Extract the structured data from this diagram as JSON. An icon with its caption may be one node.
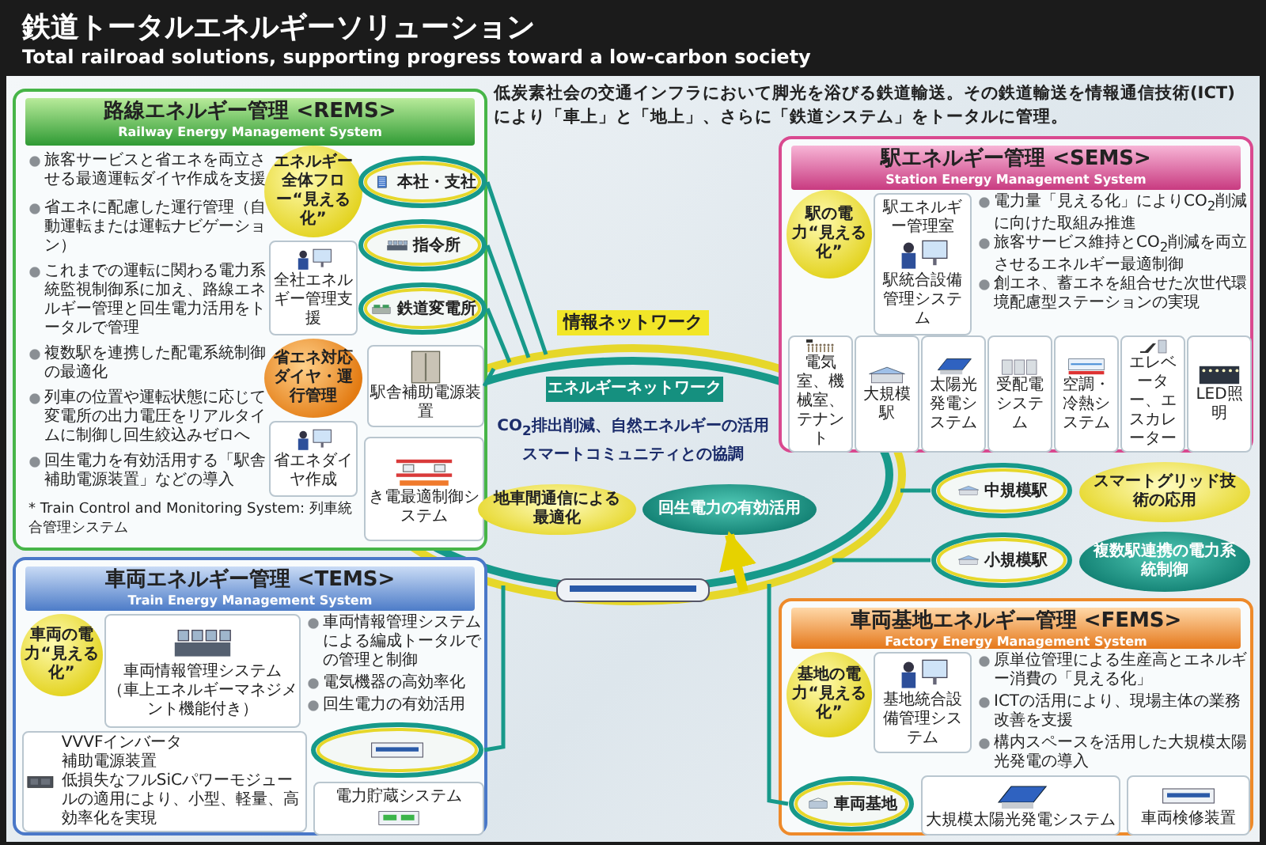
{
  "diagram": {
    "title": "鉄道トータルエネルギーソリューション",
    "nodes": [
      {
        "text": [
          "路線エネルギー管理 <REMS>",
          "Railway Energy Management System",
          "旅客サービスと省エネを両立させる最適運転ダイヤ作成を支援",
          "省エネに配慮した運行管理（自動運転または運転ナビゲーション）",
          "これまでの運転に関わる電力系統監視制御系に加え、路線エネルギー管理と回生電力活用をトータルで管理",
          "複数駅を連携した配電系統制御の最適化",
          "列車の位置や運転状態に応じて変電所の出力電圧をリアルタイムに制御し回生絞込みゼロへ",
          "回生電力を有効活用する「駅舎補助電源装置」などの導入",
          "* Train Control and Monitoring System: 列車統合管理システム"
        ]
      },
      {
        "text": [
          "エネルギー全体フロー“見える化”"
        ],
        "in": 0
      },
      {
        "text": [
          "全社エネルギー管理支援"
        ],
        "in": 0
      },
      {
        "text": [
          "省エネ対応ダイヤ・運行管理"
        ],
        "in": 0
      },
      {
        "text": [
          "省エネダイヤ作成"
        ],
        "in": 0
      },
      {
        "text": [
          "本社・支社"
        ],
        "in": 0
      },
      {
        "text": [
          "指令所"
        ],
        "in": 0
      },
      {
        "text": [
          "鉄道変電所"
        ],
        "in": 0
      },
      {
        "text": [
          "駅舎補助電源装置"
        ],
        "in": 0
      },
      {
        "text": [
          "き電最適制御システム"
        ],
        "in": 0
      },
      {
        "text": [
          "駅エネルギー管理 <SEMS>",
          "Station Energy Management System",
          "電力量「見える化」によりCO$_{2}$削減に向けた取組み推進",
          "旅客サービス維持とCO$_{2}$削減を両立させるエネルギー最適制御",
          "創エネ、蓄エネを組合せた次世代環境配慮型ステーションの実現"
        ]
      },
      {
        "text": [
          "駅の電力“見える化”"
        ],
        "in": 10
      },
      {
        "text": [
          "駅エネルギー管理室",
          "駅統合設備管理システム"
        ],
        "in": 10
      },
      {
        "text": [
          "電気室、機械室、テナント"
        ],
        "in": 10
      },
      {
        "text": [
          "大規模駅"
        ],
        "in": 10
      },
      {
        "text": [
          "太陽光発電システム"
        ],
        "in": 10
      },
      {
        "text": [
          "受配電システム"
        ],
        "in": 10
      },
      {
        "text": [
          "空調・冷熱システム"
        ],
        "in": 10
      },
      {
        "text": [
          "エレベーター、エスカレーター"
        ],
        "in": 10
      },
      {
        "text": [
          "LED照明"
        ],
        "in": 10
      },
      {
        "text": [
          "地車間通信による最適化"
        ]
      },
      {
        "text": [
          "回生電力の有効活用"
        ]
      },
      {
        "text": [
          "スマートグリッド技術の応用"
        ]
      },
      {
        "text": [
          "複数駅連携の電力系統制御"
        ]
      },
      {
        "text": [
          "中規模駅"
        ]
      },
      {
        "text": [
          "小規模駅"
        ]
      },
      {
        "text": [
          "車両エネルギー管理 <TEMS>",
          "Train Energy Management System",
          "車両情報管理システムによる編成トータルでの管理と制御",
          "電気機器の高効率化",
          "回生電力の有効活用"
        ]
      },
      {
        "text": [
          "車両の電力“見える化”"
        ],
        "in": 26
      },
      {
        "text": [
          "車両情報管理システム",
          "（車上エネルギーマネジメント機能付き）"
        ],
        "in": 26
      },
      {
        "text": [
          "VVVFインバータ",
          "補助電源装置",
          "低損失なフルSiCパワーモジュールの適用により、小型、軽量、高効率化を実現"
        ],
        "in": 26
      },
      {
        "text": [],
        "shape": "picture",
        "in": 26
      },
      {
        "text": [
          "電力貯蔵システム"
        ],
        "in": 26
      },
      {
        "text": [
          "車両基地エネルギー管理 <FEMS>",
          "Factory Energy Management System",
          "原単位管理による生産高とエネルギー消費の「見える化」",
          "ICTの活用により、現場主体の業務改善を支援",
          "構内スペースを活用した大規模太陽光発電の導入"
        ]
      },
      {
        "text": [
          "基地の電力“見える化”"
        ],
        "in": 32
      },
      {
        "text": [
          "基地統合設備管理システム"
        ],
        "in": 32
      },
      {
        "text": [
          "車両基地"
        ],
        "in": 32
      },
      {
        "text": [
          "大規模太陽光発電システム"
        ],
        "in": 32
      },
      {
        "text": [
          "車両検修装置"
        ],
        "in": 32
      }
    ],
    "edges": [
      {
        "from": 5,
        "to": null,
        "arrow": "none"
      },
      {
        "from": 6,
        "to": null,
        "arrow": "none"
      },
      {
        "from": 7,
        "to": null,
        "arrow": "none"
      },
      {
        "from": 8,
        "to": null,
        "arrow": "none"
      },
      {
        "from": 30,
        "to": null,
        "arrow": "none"
      },
      {
        "from": 35,
        "to": null,
        "arrow": "none"
      },
      {
        "from": 24,
        "to": null,
        "arrow": "none"
      },
      {
        "from": 25,
        "to": null,
        "arrow": "none"
      },
      {
        "from": null,
        "to": 21,
        "arrow": "to",
        "style": "thick",
        "color": "#e6d200"
      }
    ],
    "labels": [
      "Total railroad solutions, supporting progress toward a low-carbon society",
      "低炭素社会の交通インフラにおいて脚光を浴びる鉄道輸送。その鉄道輸送を情報通信技術(ICT)により「車上」と「地上」、さらに「鉄道システム」をトータルに管理。",
      "情報ネットワーク",
      "エネルギーネットワーク",
      "CO$_{2}$排出削減、自然エネルギーの活用",
      "スマートコミュニティとの協調"
    ]
  }
}
